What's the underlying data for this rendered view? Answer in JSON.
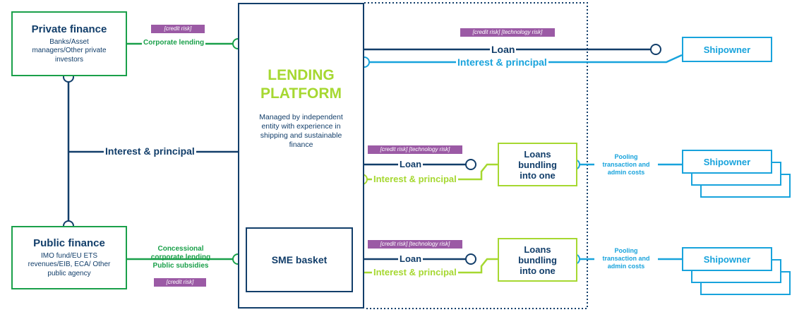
{
  "private_finance": {
    "title": "Private finance",
    "subtitle": "Banks/Asset managers/Other private investors"
  },
  "public_finance": {
    "title": "Public finance",
    "subtitle": "IMO fund/EU ETS revenues/EIB, ECA/ Other public agency"
  },
  "left_flows": {
    "corporate_lending": "Corporate lending",
    "concessional_lines": [
      "Concessional",
      "corporate lending",
      "Public subsidies"
    ],
    "interest_principal": "Interest & principal"
  },
  "tags": {
    "credit_risk": "[credit risk]",
    "credit_tech_risk": "[credit risk] [technology risk]"
  },
  "platform": {
    "title_line1": "LENDING",
    "title_line2": "PLATFORM",
    "description": "Managed by independent entity with experience in shipping and sustainable finance"
  },
  "sme_basket": "SME basket",
  "flows": {
    "loan": "Loan",
    "interest_principal": "Interest & principal"
  },
  "bundling": {
    "line1": "Loans",
    "line2": "bundling",
    "line3": "into one"
  },
  "pooling": {
    "line1": "Pooling",
    "line2": "transaction and",
    "line3": "admin costs"
  },
  "shipowner": "Shipowner",
  "colors": {
    "navy": "#123e6a",
    "green": "#1aa04a",
    "lime": "#a6d831",
    "blue": "#18a3dc",
    "purple": "#9b5aa5"
  }
}
